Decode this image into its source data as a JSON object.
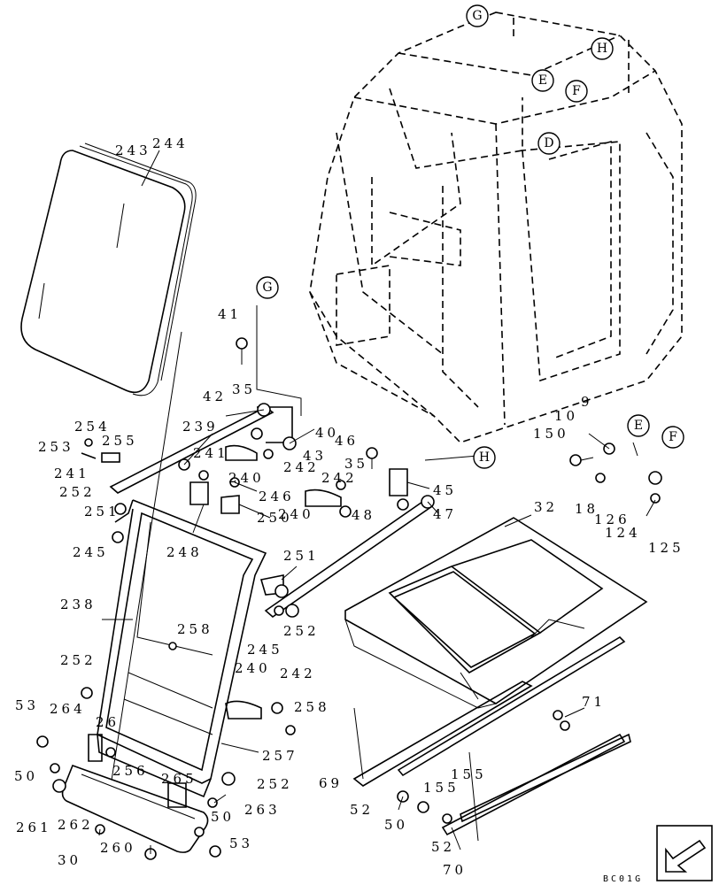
{
  "callouts": [
    {
      "id": "c-243",
      "text": "243"
    },
    {
      "id": "c-244",
      "text": "244"
    },
    {
      "id": "c-41",
      "text": "41"
    },
    {
      "id": "c-42",
      "text": "42"
    },
    {
      "id": "c-35a",
      "text": "35"
    },
    {
      "id": "c-239",
      "text": "239"
    },
    {
      "id": "c-40a",
      "text": "40"
    },
    {
      "id": "c-254",
      "text": "254"
    },
    {
      "id": "c-253",
      "text": "253"
    },
    {
      "id": "c-255",
      "text": "255"
    },
    {
      "id": "c-241a",
      "text": "241"
    },
    {
      "id": "c-242a",
      "text": "242"
    },
    {
      "id": "c-43",
      "text": "43"
    },
    {
      "id": "c-46",
      "text": "46"
    },
    {
      "id": "c-240a",
      "text": "240"
    },
    {
      "id": "c-241b",
      "text": "241"
    },
    {
      "id": "c-35b",
      "text": "35"
    },
    {
      "id": "c-252a",
      "text": "252"
    },
    {
      "id": "c-246",
      "text": "246"
    },
    {
      "id": "c-242b",
      "text": "242"
    },
    {
      "id": "c-45",
      "text": "45"
    },
    {
      "id": "c-251a",
      "text": "251"
    },
    {
      "id": "c-250",
      "text": "250"
    },
    {
      "id": "c-240b",
      "text": "240"
    },
    {
      "id": "c-47",
      "text": "47"
    },
    {
      "id": "c-48",
      "text": "48"
    },
    {
      "id": "c-245a",
      "text": "245"
    },
    {
      "id": "c-248",
      "text": "248"
    },
    {
      "id": "c-251b",
      "text": "251"
    },
    {
      "id": "c-9",
      "text": "9"
    },
    {
      "id": "c-10",
      "text": "10"
    },
    {
      "id": "c-150",
      "text": "150"
    },
    {
      "id": "c-18",
      "text": "18"
    },
    {
      "id": "c-126",
      "text": "126"
    },
    {
      "id": "c-124",
      "text": "124"
    },
    {
      "id": "c-125",
      "text": "125"
    },
    {
      "id": "c-32",
      "text": "32"
    },
    {
      "id": "c-238",
      "text": "238"
    },
    {
      "id": "c-252b",
      "text": "252"
    },
    {
      "id": "c-245b",
      "text": "245"
    },
    {
      "id": "c-258a",
      "text": "258"
    },
    {
      "id": "c-252c",
      "text": "252"
    },
    {
      "id": "c-240c",
      "text": "240"
    },
    {
      "id": "c-242c",
      "text": "242"
    },
    {
      "id": "c-258b",
      "text": "258"
    },
    {
      "id": "c-53a",
      "text": "53"
    },
    {
      "id": "c-264",
      "text": "264"
    },
    {
      "id": "c-26",
      "text": "26"
    },
    {
      "id": "c-71",
      "text": "71"
    },
    {
      "id": "c-257",
      "text": "257"
    },
    {
      "id": "c-256",
      "text": "256"
    },
    {
      "id": "c-50a",
      "text": "50"
    },
    {
      "id": "c-252d",
      "text": "252"
    },
    {
      "id": "c-265",
      "text": "265"
    },
    {
      "id": "c-69",
      "text": "69"
    },
    {
      "id": "c-155a",
      "text": "155"
    },
    {
      "id": "c-155b",
      "text": "155"
    },
    {
      "id": "c-261",
      "text": "261"
    },
    {
      "id": "c-262",
      "text": "262"
    },
    {
      "id": "c-263",
      "text": "263"
    },
    {
      "id": "c-50b",
      "text": "50"
    },
    {
      "id": "c-52a",
      "text": "52"
    },
    {
      "id": "c-50c",
      "text": "50"
    },
    {
      "id": "c-53b",
      "text": "53"
    },
    {
      "id": "c-52b",
      "text": "52"
    },
    {
      "id": "c-30",
      "text": "30"
    },
    {
      "id": "c-260",
      "text": "260"
    },
    {
      "id": "c-70",
      "text": "70"
    }
  ],
  "connectors": [
    {
      "id": "conn-g-top",
      "letter": "G"
    },
    {
      "id": "conn-h-top",
      "letter": "H"
    },
    {
      "id": "conn-e-top",
      "letter": "E"
    },
    {
      "id": "conn-f-top",
      "letter": "F"
    },
    {
      "id": "conn-d-top",
      "letter": "D"
    },
    {
      "id": "conn-g-mid",
      "letter": "G"
    },
    {
      "id": "conn-h-mid",
      "letter": "H"
    },
    {
      "id": "conn-e-mid",
      "letter": "E"
    },
    {
      "id": "conn-f-mid",
      "letter": "F"
    }
  ],
  "drawing_code": "BC01G"
}
